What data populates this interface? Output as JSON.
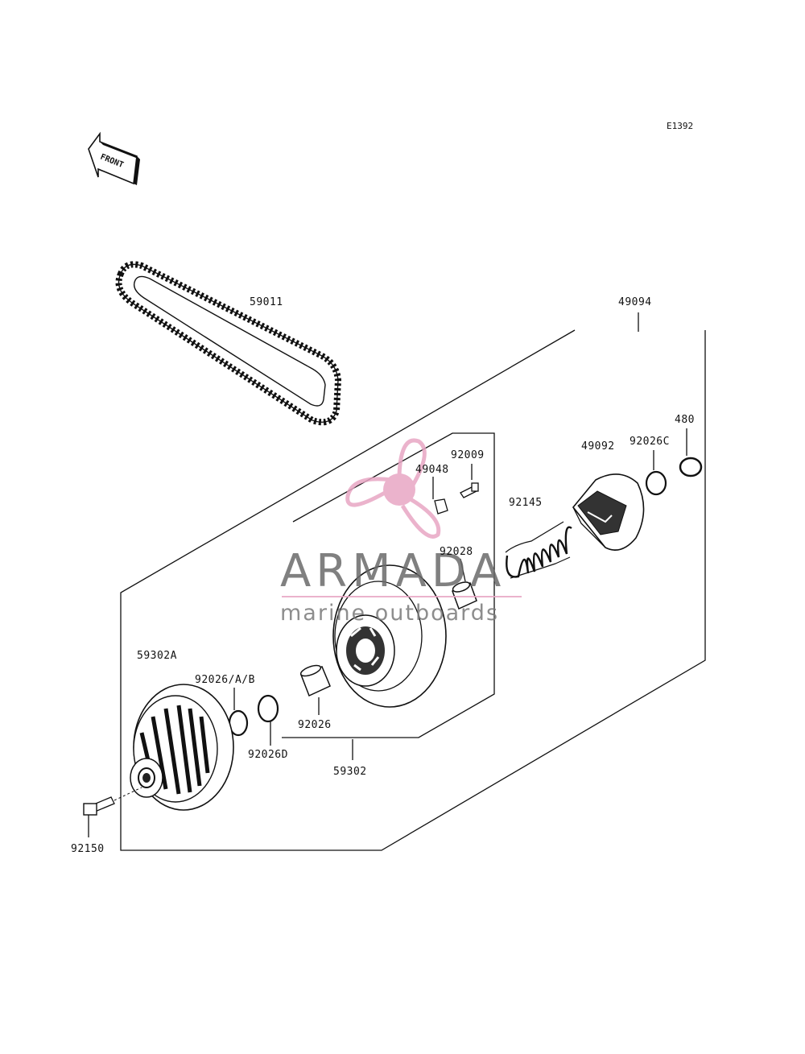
{
  "diagram_code": "E1392",
  "front_label": "FRONT",
  "parts": {
    "p59011": "59011",
    "p49094": "49094",
    "p480": "480",
    "p49092": "49092",
    "p92026C": "92026C",
    "p92009": "92009",
    "p49048": "49048",
    "p92145": "92145",
    "p92028": "92028",
    "p59302A": "59302A",
    "p92026AB": "92026/A/B",
    "p92026D": "92026D",
    "p92026": "92026",
    "p59302": "59302",
    "p92150": "92150"
  },
  "watermark": {
    "title": "ARMADA",
    "subtitle": "marine outboards",
    "colors": {
      "logo": "#e8a6c4",
      "text": "#6a6a6a"
    }
  }
}
